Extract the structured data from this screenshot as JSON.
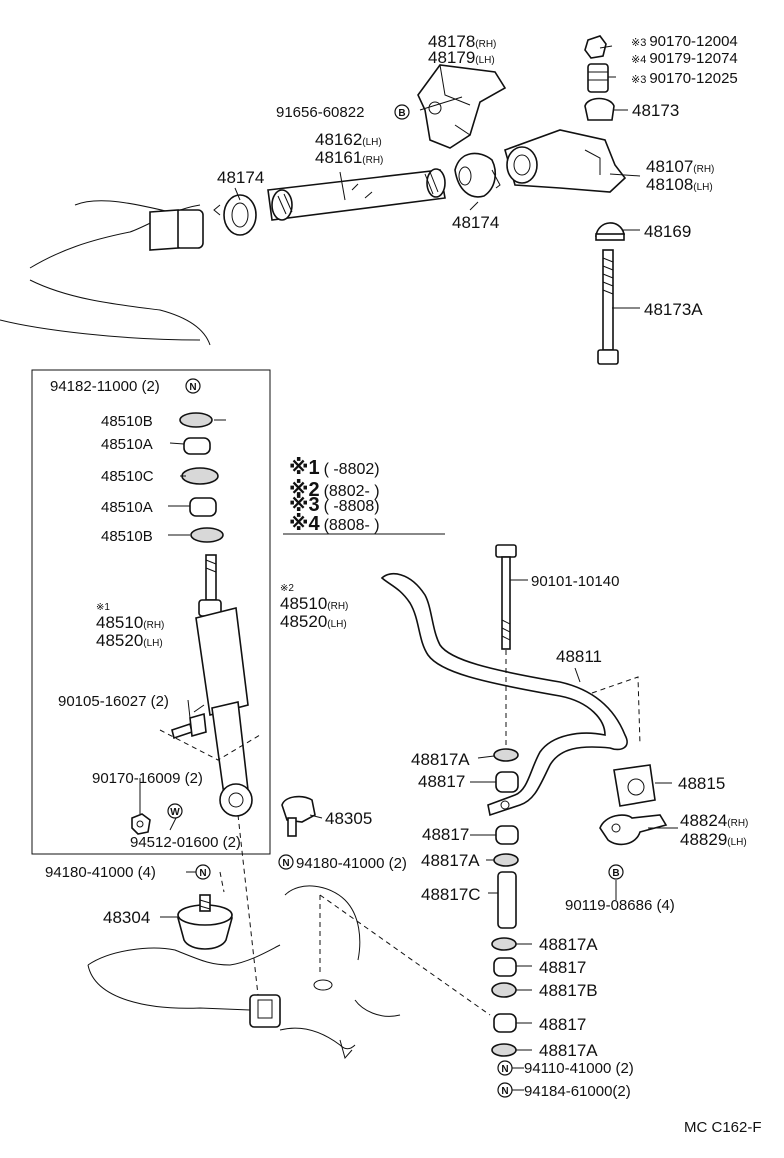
{
  "labels": {
    "p48178": "48178",
    "p48178_side": "(RH)",
    "p48179": "48179",
    "p48179_side": "(LH)",
    "p91656": "91656-60822",
    "p48162": "48162",
    "p48162_side": "(LH)",
    "p48161": "48161",
    "p48161_side": "(RH)",
    "p48174a": "48174",
    "p48174b": "48174",
    "n1_mark": "※3",
    "n1_code": "90170-12004",
    "n2_mark": "※4",
    "n2_code": "90179-12074",
    "n3_mark": "※3",
    "n3_code": "90170-12025",
    "p48173": "48173",
    "p48107": "48107",
    "p48107_side": "(RH)",
    "p48108": "48108",
    "p48108_side": "(LH)",
    "p48169": "48169",
    "p48173A": "48173A",
    "p94182": "94182-11000 (2)",
    "p48510B_1": "48510B",
    "p48510A_1": "48510A",
    "p48510C": "48510C",
    "p48510A_2": "48510A",
    "p48510B_2": "48510B",
    "star1_mark": "※1",
    "p48510_1": "48510",
    "p48510_1_side": "(RH)",
    "p48520_1": "48520",
    "p48520_1_side": "(LH)",
    "star2_mark": "※2",
    "p48510_2": "48510",
    "p48510_2_side": "(RH)",
    "p48520_2": "48520",
    "p48520_2_side": "(LH)",
    "p90105": "90105-16027 (2)",
    "p90170_16009": "90170-16009 (2)",
    "p94512": "94512-01600 (2)",
    "p48305": "48305",
    "p94180_right": "94180-41000 (2)",
    "p94180_left": "94180-41000 (4)",
    "p48304": "48304",
    "p90101": "90101-10140",
    "p48811": "48811",
    "p48817A_1": "48817A",
    "p48817_1": "48817",
    "p48815": "48815",
    "p48824": "48824",
    "p48824_side": "(RH)",
    "p48829": "48829",
    "p48829_side": "(LH)",
    "p48817_2": "48817",
    "p48817A_2": "48817A",
    "p48817C": "48817C",
    "p90119": "90119-08686 (4)",
    "p48817A_3": "48817A",
    "p48817_3": "48817",
    "p48817B": "48817B",
    "p48817_4": "48817",
    "p48817A_4": "48817A",
    "p94110": "94110-41000 (2)",
    "p94184": "94184-61000(2)",
    "footer": "MC C162-F"
  },
  "notes": [
    {
      "mark": "※1",
      "range": "(        -8802)"
    },
    {
      "mark": "※2",
      "range": "(8802-        )"
    },
    {
      "mark": "※3",
      "range": "(        -8808)"
    },
    {
      "mark": "※4",
      "range": "(8808-        )"
    }
  ],
  "badges": {
    "b": "B",
    "n": "N",
    "w": "W"
  }
}
